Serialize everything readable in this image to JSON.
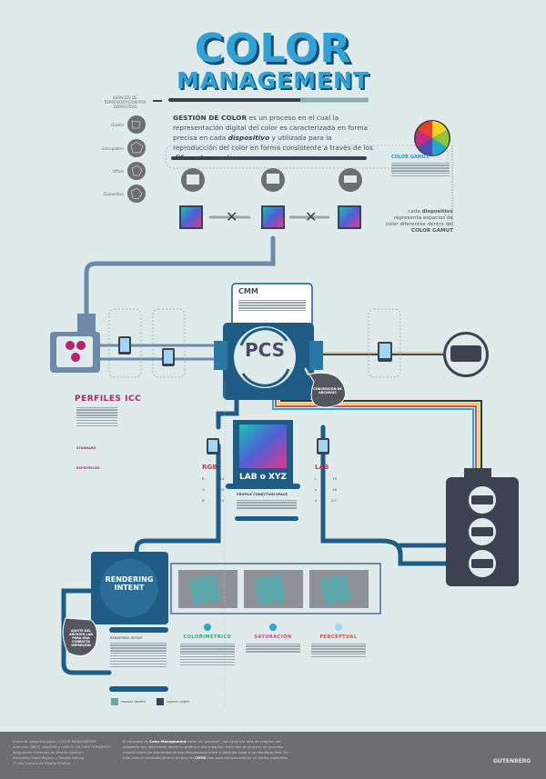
{
  "title": {
    "line1": "COLOR",
    "line2": "MANAGEMENT"
  },
  "spaces_heading": "ESPACIOS DE REPRESENTACIÓN POR DISPOSITIVO",
  "spaces": [
    {
      "label": "Diseño"
    },
    {
      "label": "Entregables"
    },
    {
      "label": "Offset"
    },
    {
      "label": "Dispositivo"
    }
  ],
  "intro": {
    "lead": "GESTIÓN DE COLOR",
    "part1": " es un proceso en el cual la representación digital del color es caracterizada en forma precisa en cada ",
    "em1": "dispositivo",
    "part2": " y utilizada para la reproducción del color en forma consistente a través de los ",
    "em2": "diferentes",
    "part3": " medios."
  },
  "gamut": {
    "heading": "COLOR GAMUT.",
    "caption_pre": "cada ",
    "caption_bold": "dispositivo",
    "caption_mid": " representa espacios de color diferentes dentro del ",
    "caption_bold2": "COLOR GAMUT"
  },
  "devices": [
    "camera-icon",
    "monitor-icon",
    "printer-icon"
  ],
  "cmm": {
    "heading": "CMM"
  },
  "pcs": {
    "label": "PCS",
    "bubble": "CONVERSIÓN DE ARCHIVOS"
  },
  "perfiles": {
    "heading": "PERFILES ICC",
    "links": [
      "STANDARD",
      "ESPECÍFICOS"
    ]
  },
  "profile_space": {
    "label": "LAB o XYZ",
    "heading": "PROFILE CONECTION SPACE"
  },
  "rgb": {
    "heading": "RGB",
    "rows": [
      {
        "k": "R",
        "v": "244"
      },
      {
        "k": "G",
        "v": "139"
      },
      {
        "k": "B",
        "v": "12"
      }
    ]
  },
  "lab": {
    "heading": "LAB",
    "rows": [
      {
        "k": "L",
        "v": "79"
      },
      {
        "k": "a",
        "v": "48"
      },
      {
        "k": "b",
        "v": "127"
      }
    ]
  },
  "rendering": {
    "label": "RENDERING INTENT",
    "heading": "RENDERING INTENT",
    "bubble": "AJUSTE DEL ARCHIVO LAB PARA UNA CORRECTA IMPRESIÓN",
    "intents": [
      {
        "label": "COLORIMÉTRICO",
        "color": "#2fa37a"
      },
      {
        "label": "SATURACIÓN",
        "color": "#d2477f"
      },
      {
        "label": "PERCEPTUAL",
        "color": "#d9453f"
      }
    ],
    "legend": [
      "espacio destino",
      "espacio origen"
    ]
  },
  "footer": {
    "left": [
      "Proyecto Infografía sobre: COLOR MANAGEMENT",
      "Alumnos: GIETY, JOAQUIN y GARCIA VILCHES FERNANDO",
      "Asignatura: Sistemas de Diseño Gráfico I",
      "Docentes: Paola Pagano y Renata Hennig",
      "1º año Carrera de Diseño Gráfico"
    ],
    "mid_pre": "El concepto de ",
    "mid_bold": "Color Management",
    "mid_text": " como un \"proceso\", nos llevó a la idea de realizar una infografía que represente desde su gráfica a una máquina. Esta idea de proceso se concreta cuando todos los elementos se van relacionando entre sí para dar lugar a un resultado final. En este caso el resultado sería el archivo en ",
    "mid_bold2": "CMYK",
    "mid_end": " listo para reproducirse en un medio específico.",
    "logo": "GUTENBERG"
  },
  "colors": {
    "accent": "#2ea3d8",
    "navy": "#1f5c85",
    "pipe": "#6b8aa8",
    "pink": "#b6236b",
    "footer": "#6d6e72",
    "bg": "#dfeaeb"
  }
}
